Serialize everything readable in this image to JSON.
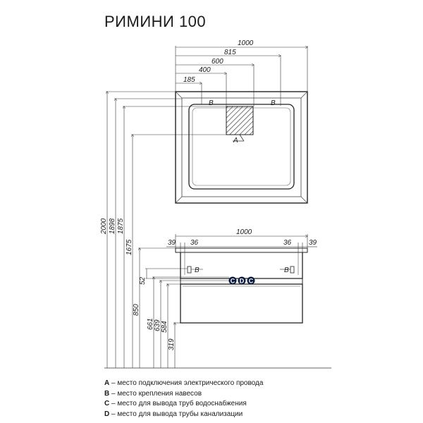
{
  "title": "РИМИНИ  100",
  "mirror": {
    "dims_top": [
      "1000",
      "815",
      "600",
      "400",
      "185"
    ],
    "mark_a": "A",
    "mark_b": "B"
  },
  "cabinet": {
    "dims_top": [
      "39",
      "36",
      "1000",
      "36",
      "39"
    ],
    "mark_b": "B",
    "marks_cdc": [
      "C",
      "D",
      "C"
    ]
  },
  "heights": {
    "left_group": [
      "2000",
      "1898",
      "1875",
      "1675"
    ],
    "right_group": [
      "52",
      "850",
      "661",
      "639",
      "584",
      "319"
    ]
  },
  "legend": [
    {
      "key": "A",
      "text": " – место подключения электрического провода"
    },
    {
      "key": "B",
      "text": " – место крепления навесов"
    },
    {
      "key": "C",
      "text": " – место для вывода труб водоснабжения"
    },
    {
      "key": "D",
      "text": " – место для вывода трубы канализации"
    }
  ]
}
